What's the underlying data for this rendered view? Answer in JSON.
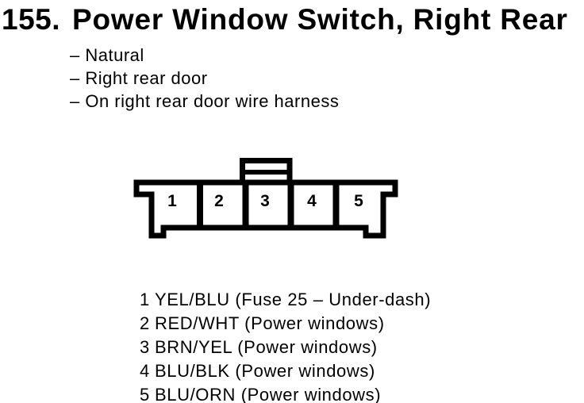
{
  "title": {
    "number": "155.",
    "text": "Power Window Switch, Right Rear"
  },
  "bullets": [
    "– Natural",
    "– Right rear door",
    "– On right rear door wire harness"
  ],
  "connector": {
    "pins": [
      "1",
      "2",
      "3",
      "4",
      "5"
    ]
  },
  "legend": [
    {
      "pin": "1",
      "desc": "YEL/BLU (Fuse 25 – Under-dash)"
    },
    {
      "pin": "2",
      "desc": "RED/WHT (Power windows)"
    },
    {
      "pin": "3",
      "desc": "BRN/YEL (Power windows)"
    },
    {
      "pin": "4",
      "desc": "BLU/BLK (Power windows)"
    },
    {
      "pin": "5",
      "desc": "BLU/ORN (Power windows)"
    }
  ],
  "colors": {
    "ink": "#000000",
    "paper": "#ffffff"
  }
}
